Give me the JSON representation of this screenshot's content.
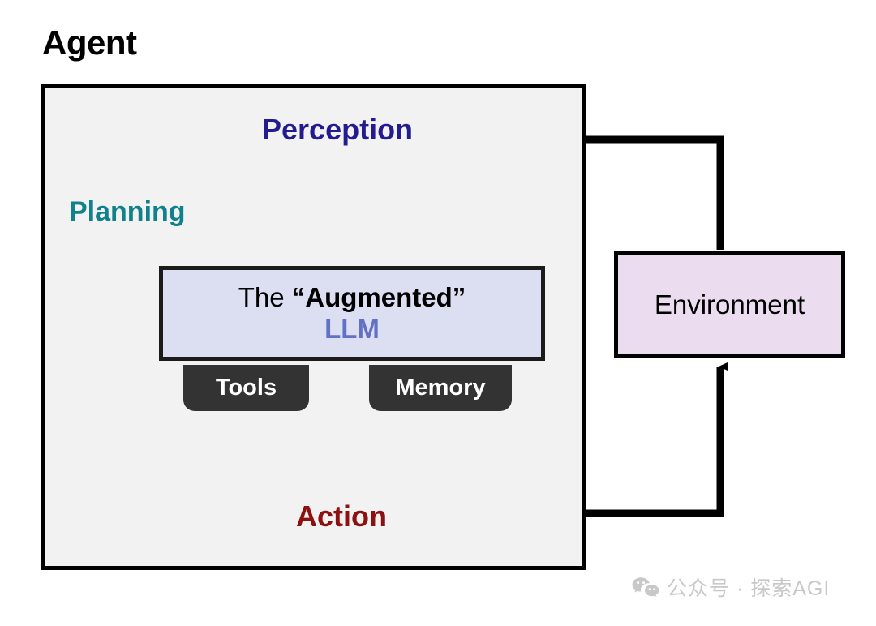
{
  "diagram": {
    "title": "Agent",
    "agent_box": {
      "fill": "#f2f2f2",
      "border": "#000000"
    },
    "nodes": {
      "perception": {
        "label": "Perception",
        "color": "#231b8f"
      },
      "planning": {
        "label": "Planning",
        "color": "#10808c"
      },
      "action": {
        "label": "Action",
        "color": "#8e1111"
      },
      "llm": {
        "line1_lead": "The ",
        "line1_emphasis": "“Augmented”",
        "line2": "LLM",
        "fill": "#dcdef2",
        "border": "#1b1b1b",
        "line2_color": "#6371c5"
      },
      "tools": {
        "label": "Tools",
        "fill": "#333333",
        "text_color": "#ffffff"
      },
      "memory": {
        "label": "Memory",
        "fill": "#333333",
        "text_color": "#ffffff"
      },
      "environment": {
        "label": "Environment",
        "fill": "#ecdcf0",
        "border": "#000000"
      }
    },
    "connectors": [
      {
        "name": "perception-to-llm",
        "from": "Perception",
        "to": "LLM",
        "arrowhead": false
      },
      {
        "name": "llm-to-action",
        "from": "LLM",
        "to": "Action",
        "arrowhead": true
      },
      {
        "name": "planning-self-loop",
        "from": "LLM",
        "to": "LLM",
        "arrowhead": true
      },
      {
        "name": "action-to-environment",
        "from": "Action",
        "to": "Environment",
        "arrowhead": true
      },
      {
        "name": "environment-to-perception",
        "from": "Environment",
        "to": "Perception",
        "arrowhead": true
      }
    ]
  },
  "watermark": {
    "icon": "wechat-icon",
    "text": "公众号 · 探索AGI",
    "color": "#c8c8c8"
  }
}
